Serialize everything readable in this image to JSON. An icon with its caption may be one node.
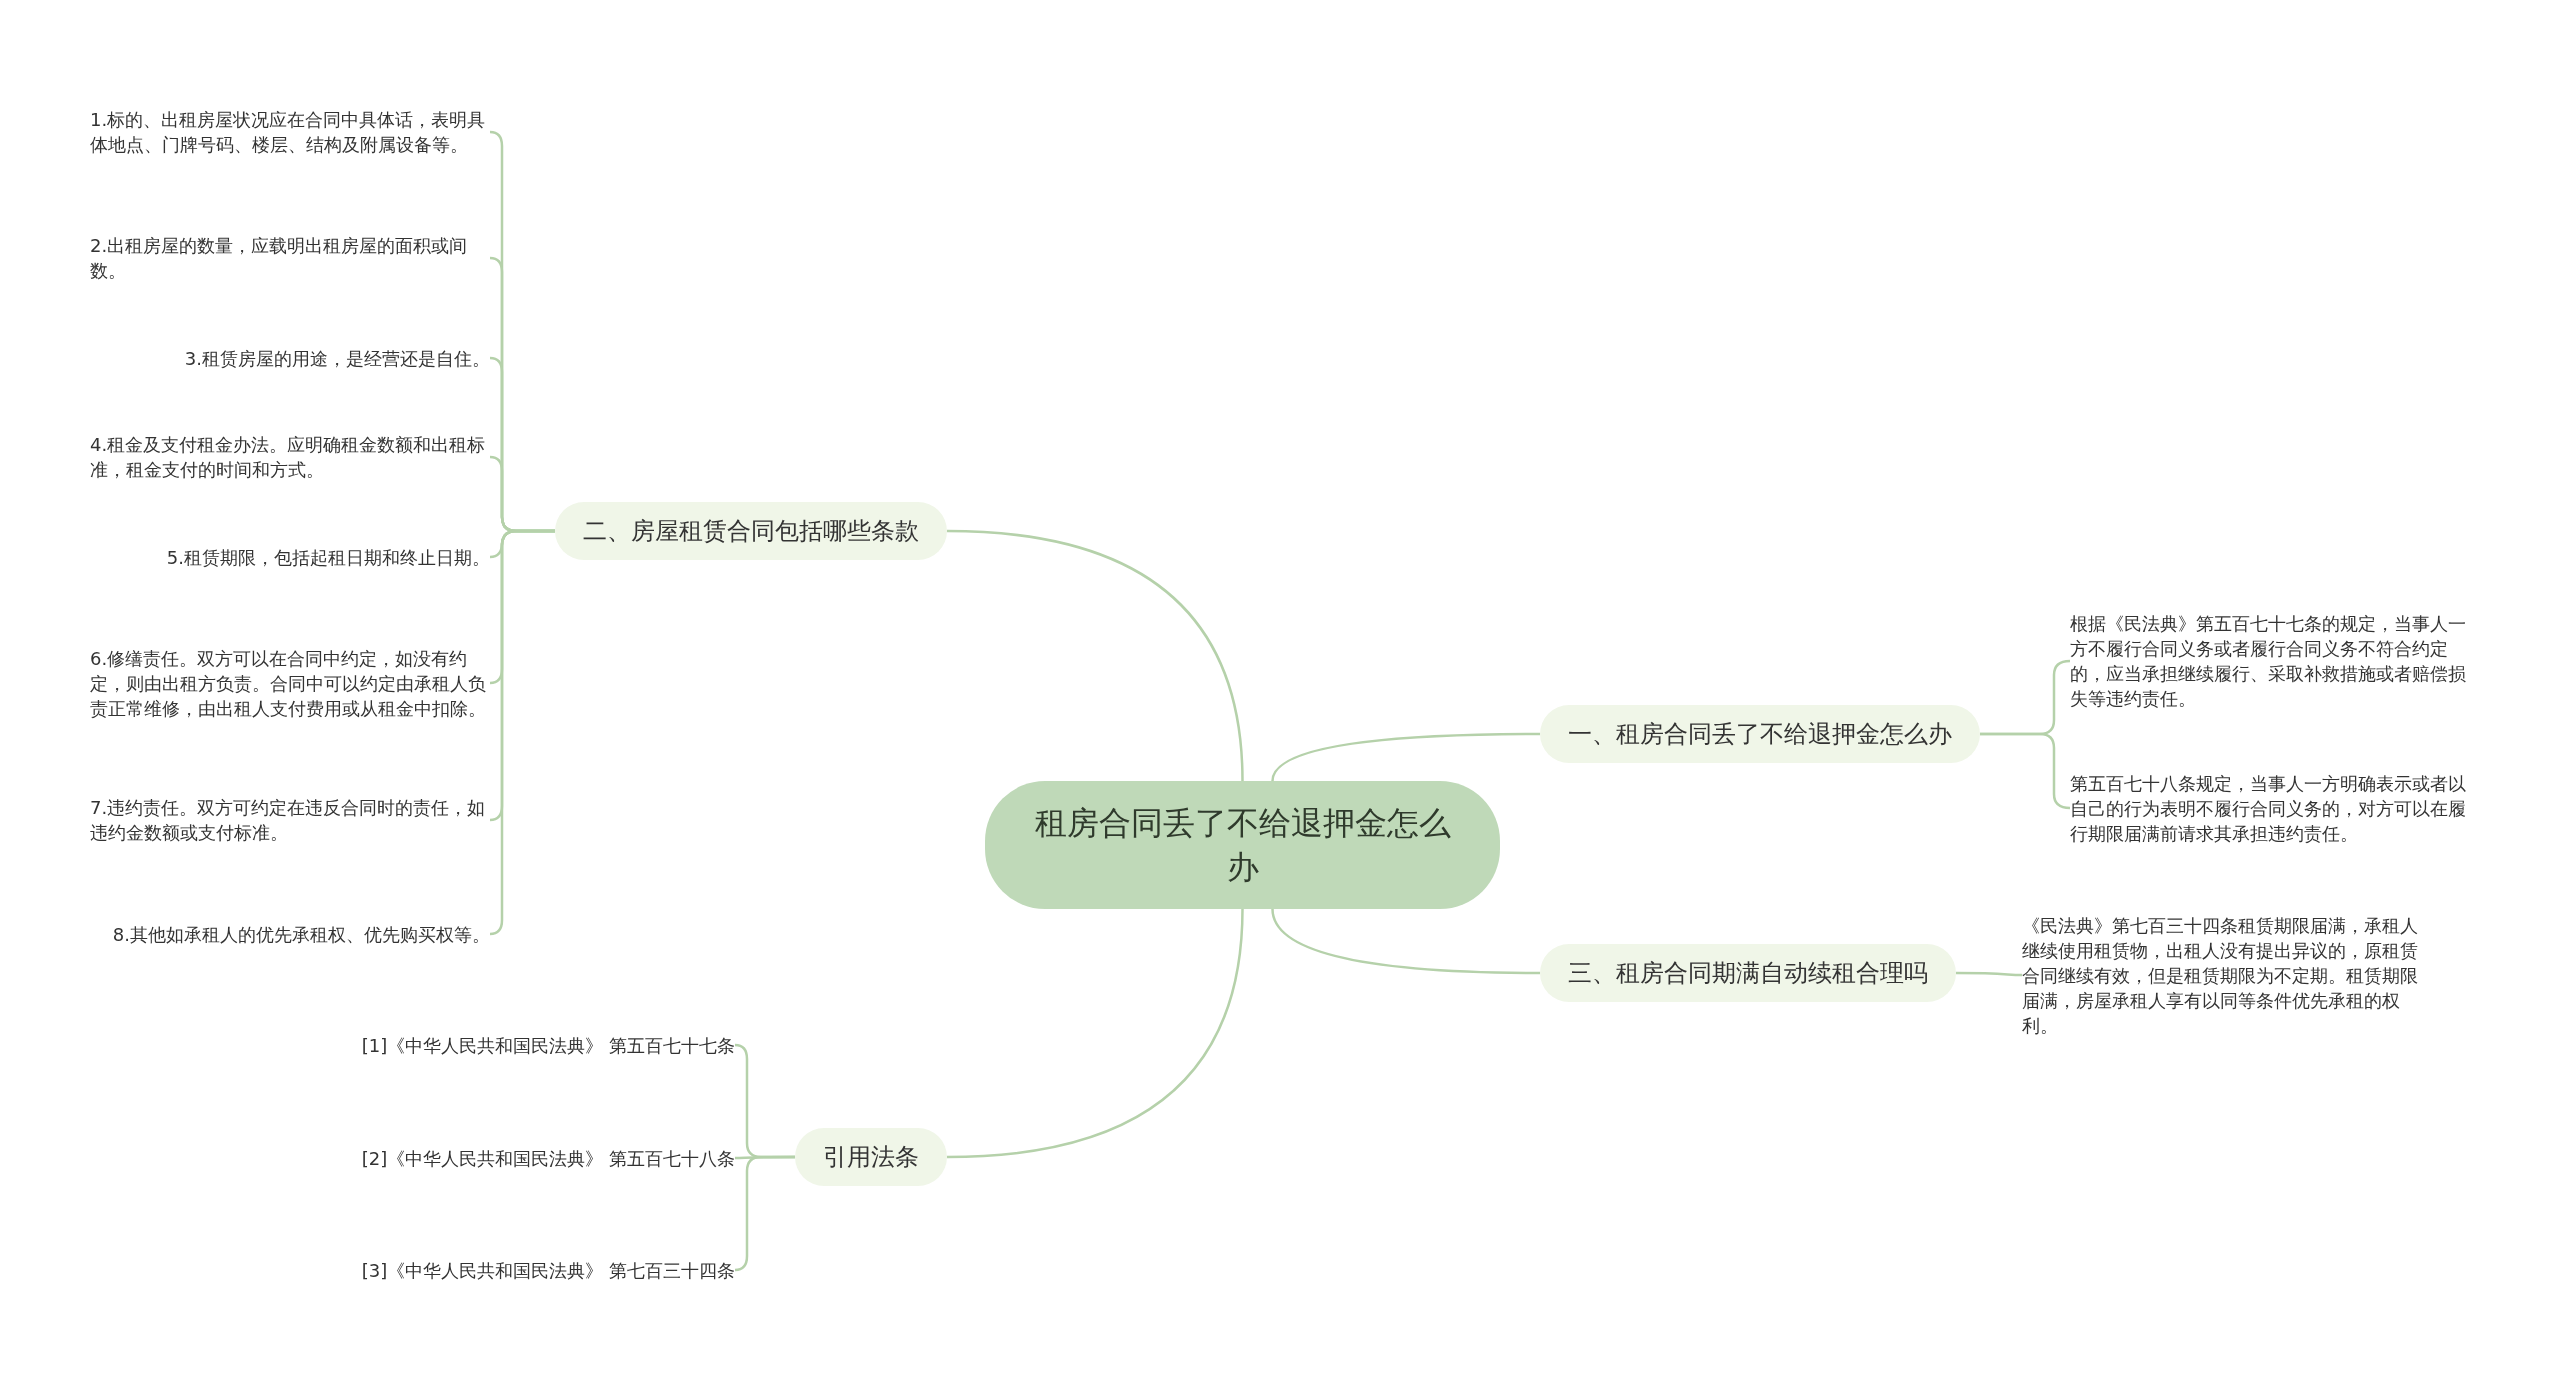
{
  "diagram": {
    "nodes": [
      {
        "text": [
          "租房合同丢了不给退押金怎么办"
        ]
      },
      {
        "text": [
          "二、房屋租赁合同包括哪些条款"
        ]
      },
      {
        "text": [
          "1.标的、出租房屋状况应在合同中具体话，表明具体地点、门牌号码、楼层、结构及附属设备等。"
        ]
      },
      {
        "text": [
          "2.出租房屋的数量，应载明出租房屋的面积或间数。"
        ]
      },
      {
        "text": [
          "3.租赁房屋的用途，是经营还是自住。"
        ]
      },
      {
        "text": [
          "4.租金及支付租金办法。应明确租金数额和出租标准，租金支付的时间和方式。"
        ]
      },
      {
        "text": [
          "5.租赁期限，包括起租日期和终止日期。"
        ]
      },
      {
        "text": [
          "6.修缮责任。双方可以在合同中约定，如没有约定，则由出租方负责。合同中可以约定由承租人负责正常维修，由出租人支付费用或从租金中扣除。"
        ]
      },
      {
        "text": [
          "7.违约责任。双方可约定在违反合同时的责任，如违约金数额或支付标准。"
        ]
      },
      {
        "text": [
          "8.其他如承租人的优先承租权、优先购买权等。"
        ]
      },
      {
        "text": [
          "一、租房合同丢了不给退押金怎么办"
        ]
      },
      {
        "text": [
          "根据《民法典》第五百七十七条的规定，当事人一方不履行合同义务或者履行合同义务不符合约定的，应当承担继续履行、采取补救措施或者赔偿损失等违约责任。"
        ]
      },
      {
        "text": [
          "第五百七十八条规定，当事人一方明确表示或者以自己的行为表明不履行合同义务的，对方可以在履行期限届满前请求其承担违约责任。"
        ]
      },
      {
        "text": [
          "三、租房合同期满自动续租合理吗"
        ]
      },
      {
        "text": [
          "《民法典》第七百三十四条租赁期限届满，承租人继续使用租赁物，出租人没有提出异议的，原租赁合同继续有效，但是租赁期限为不定期。租赁期限届满，房屋承租人享有以同等条件优先承租的权利。"
        ]
      },
      {
        "text": [
          "引用法条"
        ]
      },
      {
        "text": [
          "[1]《中华人民共和国民法典》 第五百七十七条"
        ]
      },
      {
        "text": [
          "[2]《中华人民共和国民法典》 第五百七十八条"
        ]
      },
      {
        "text": [
          "[3]《中华人民共和国民法典》 第七百三十四条"
        ]
      }
    ],
    "edges": [
      {
        "from": 0,
        "to": 1,
        "arrow": "none"
      },
      {
        "from": 1,
        "to": 2,
        "arrow": "none"
      },
      {
        "from": 1,
        "to": 3,
        "arrow": "none"
      },
      {
        "from": 1,
        "to": 4,
        "arrow": "none"
      },
      {
        "from": 1,
        "to": 5,
        "arrow": "none"
      },
      {
        "from": 1,
        "to": 6,
        "arrow": "none"
      },
      {
        "from": 1,
        "to": 7,
        "arrow": "none"
      },
      {
        "from": 1,
        "to": 8,
        "arrow": "none"
      },
      {
        "from": 1,
        "to": 9,
        "arrow": "none"
      },
      {
        "from": 0,
        "to": 10,
        "arrow": "none"
      },
      {
        "from": 10,
        "to": 11,
        "arrow": "none"
      },
      {
        "from": 10,
        "to": 12,
        "arrow": "none"
      },
      {
        "from": 0,
        "to": 13,
        "arrow": "none"
      },
      {
        "from": 13,
        "to": 14,
        "arrow": "none"
      },
      {
        "from": 0,
        "to": 15,
        "arrow": "none"
      },
      {
        "from": 15,
        "to": 16,
        "arrow": "none"
      },
      {
        "from": 15,
        "to": 17,
        "arrow": "none"
      },
      {
        "from": 15,
        "to": 18,
        "arrow": "none"
      }
    ]
  }
}
